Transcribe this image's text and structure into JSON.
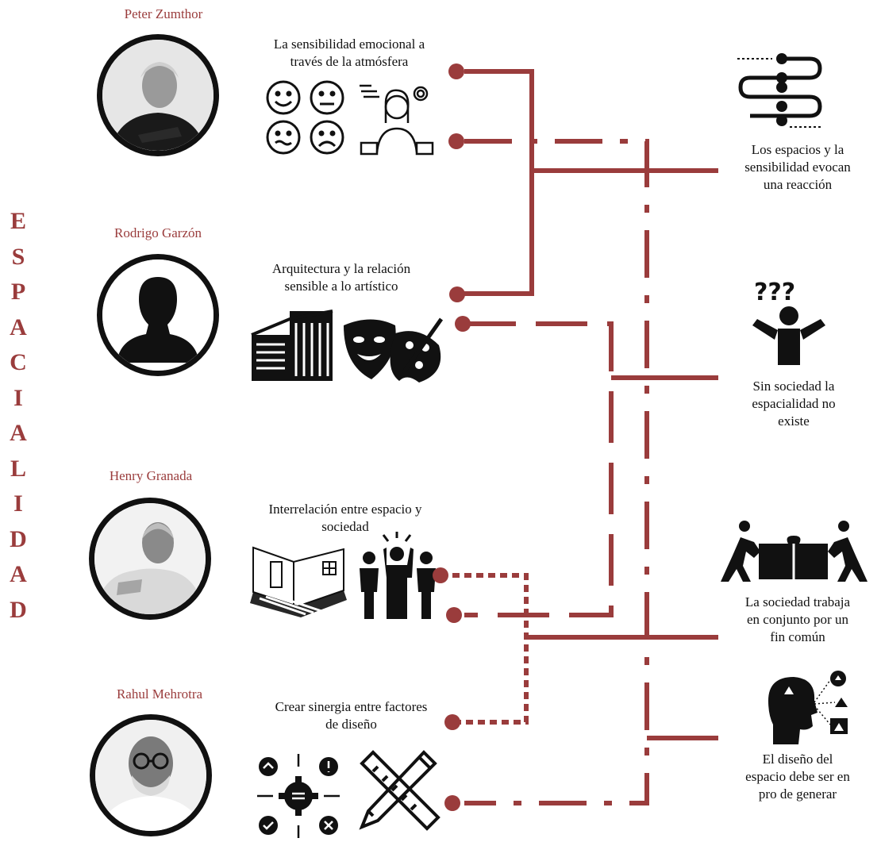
{
  "vertical_title": [
    "E",
    "S",
    "P",
    "A",
    "C",
    "I",
    "A",
    "L",
    "I",
    "D",
    "A",
    "D"
  ],
  "authors": [
    {
      "name": "Peter Zumthor",
      "concept": "La sensibilidad emocional a\ntravés de la atmósfera"
    },
    {
      "name": "Rodrigo Garzón",
      "concept": "Arquitectura y la relación\nsensible a lo artístico"
    },
    {
      "name": "Henry Granada",
      "concept": "Interrelación entre espacio y\nsociedad"
    },
    {
      "name": "Rahul Mehrotra",
      "concept": "Crear sinergia entre factores\nde diseño"
    }
  ],
  "outcomes": [
    {
      "text": "Los espacios y la\nsensibilidad evocan\nuna reacción",
      "icon": "flow-path-icon"
    },
    {
      "text": "Sin sociedad la\nespacialidad no\nexiste",
      "icon": "confused-person-icon"
    },
    {
      "text": "La sociedad trabaja\nen conjunto por un\nfin común",
      "icon": "puzzle-teamwork-icon"
    },
    {
      "text": "El diseño del\nespacio debe ser en\npro de generar",
      "icon": "head-thinking-icon"
    }
  ],
  "colors": {
    "accent": "#9a3c3c",
    "ink": "#111111"
  }
}
